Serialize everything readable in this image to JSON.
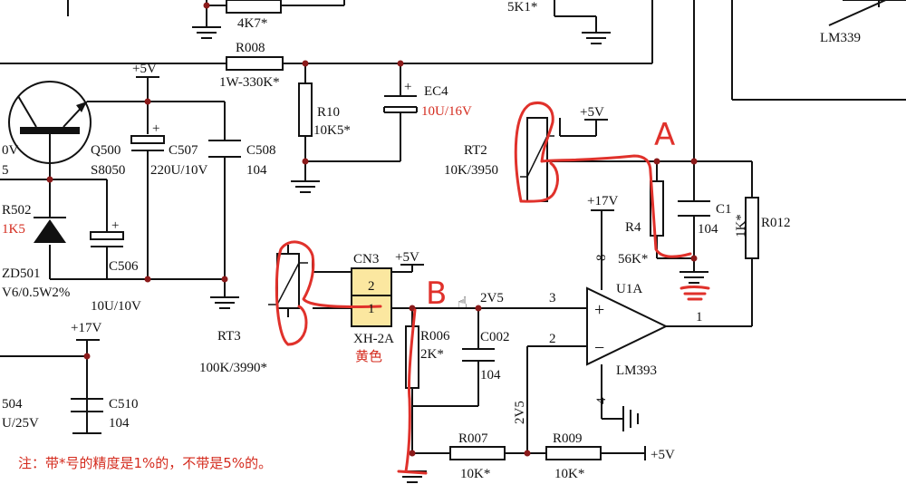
{
  "labels": {
    "r_4k7": "4K7*",
    "r_5k1": "5K1*",
    "lm339": "LM339",
    "r008": "R008",
    "r008_val": "1W-330K*",
    "plus5v_a": "+5V",
    "ec4": "EC4",
    "ec4_val": "10U/16V",
    "r10": "R10",
    "r10_val": "10K5*",
    "plus5v_b": "+5V",
    "q500_left_v": "0V",
    "q500_left_5": "5",
    "q500": "Q500",
    "s8050": "S8050",
    "c507": "C507",
    "c507_val": "220U/10V",
    "c508": "C508",
    "c508_val": "104",
    "rt2": "RT2",
    "rt2_val": "10K/3950",
    "hand_a": "A",
    "r502": "R502",
    "r502_val": "1K5",
    "plus17v_a": "+17V",
    "r4": "R4",
    "c1": "C1",
    "c1_val": "104",
    "r012": "R012",
    "r012_val": "1K*",
    "c506": "C506",
    "c506_val": "10U/10V",
    "zd501": "ZD501",
    "zd501_val": "V6/0.5W2%",
    "r4_val": "56K*",
    "pin8": "8",
    "cn3": "CN3",
    "plus5v_c": "+5V",
    "cn3_pin2": "2",
    "cn3_pin1": "1",
    "hand_b": "B",
    "net_2v5": "2V5",
    "pin3": "3",
    "u1a": "U1A",
    "pin1": "1",
    "rt3": "RT3",
    "rt3_val": "100K/3990*",
    "xh2a": "XH-2A",
    "yellow": "黄色",
    "r006": "R006",
    "r006_val": "2K*",
    "c002": "C002",
    "c002_val": "104",
    "pin2": "2",
    "lm393": "LM393",
    "plus17v_b": "+17V",
    "c504": "504",
    "c504_val": "U/25V",
    "c510": "C510",
    "c510_val": "104",
    "pin4": "4",
    "net_2v5_vert": "2V5",
    "r007": "R007",
    "r007_val": "10K*",
    "r009": "R009",
    "r009_val": "10K*",
    "plus5v_d": "+5V",
    "note": "注：带*号的精度是1%的，不带是5%的。"
  },
  "colors": {
    "wire": "#111111",
    "annotation": "#e0312b",
    "label_red": "#d42b1e",
    "junction": "#8b1a1a",
    "cn3_fill": "#fbe7a0"
  }
}
